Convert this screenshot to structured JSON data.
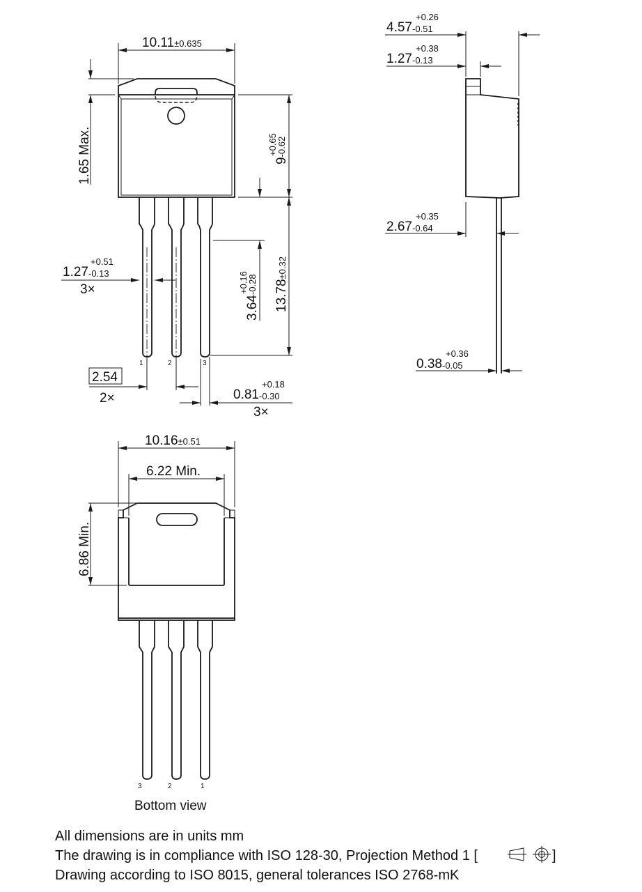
{
  "front_view": {
    "width": {
      "value": "10.11",
      "tol": "±0.635"
    },
    "tab_height": {
      "value": "1.65 Max."
    },
    "body_height": {
      "value": "9",
      "tol_plus": "+0.65",
      "tol_minus": "-0.62"
    },
    "lead_shoulder": {
      "value": "3.64",
      "tol_plus": "+0.16",
      "tol_minus": "-0.28"
    },
    "lead_length": {
      "value": "13.78",
      "tol": "±0.32"
    },
    "lead_width_wide": {
      "value": "1.27",
      "tol_plus": "+0.51",
      "tol_minus": "-0.13",
      "count": "3×"
    },
    "pitch": {
      "value": "2.54",
      "count": "2×"
    },
    "lead_width": {
      "value": "0.81",
      "tol_plus": "+0.18",
      "tol_minus": "-0.30",
      "count": "3×"
    },
    "pins": [
      "1",
      "2",
      "3"
    ]
  },
  "side_view": {
    "thickness": {
      "value": "4.57",
      "tol_plus": "+0.26",
      "tol_minus": "-0.51"
    },
    "tab_thickness": {
      "value": "1.27",
      "tol_plus": "+0.38",
      "tol_minus": "-0.13"
    },
    "lead_offset": {
      "value": "2.67",
      "tol_plus": "+0.35",
      "tol_minus": "-0.64"
    },
    "lead_thickness": {
      "value": "0.38",
      "tol_plus": "+0.36",
      "tol_minus": "-0.05"
    }
  },
  "bottom_view": {
    "width": {
      "value": "10.16",
      "tol": "±0.51"
    },
    "pad_width": {
      "value": "6.22 Min."
    },
    "pad_height": {
      "value": "6.86 Min."
    },
    "pins": [
      "3",
      "2",
      "1"
    ],
    "caption": "Bottom view"
  },
  "notes": {
    "line1": "All dimensions are in units mm",
    "line2": "The drawing is in compliance with ISO 128-30, Projection Method 1 [",
    "line2_end": "]",
    "line3": "Drawing according to ISO 8015, general tolerances ISO 2768-mK",
    "projection_symbol_icon": "first-angle-projection-icon"
  }
}
